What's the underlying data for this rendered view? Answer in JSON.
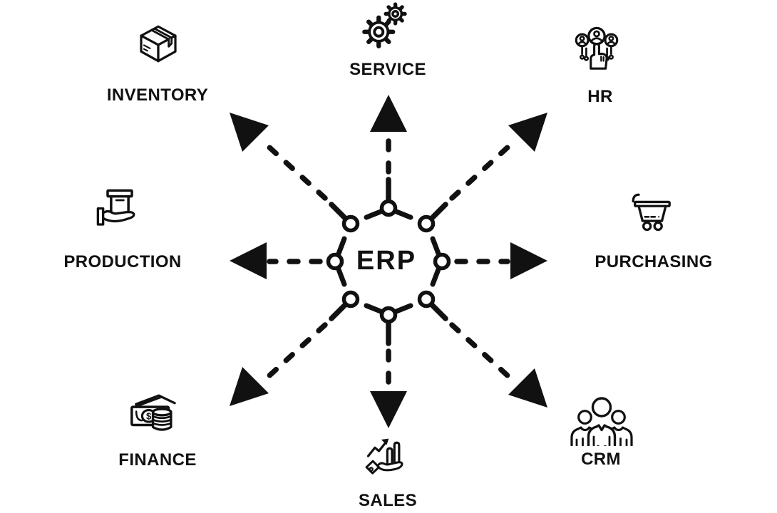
{
  "diagram": {
    "center_label": "ERP",
    "modules": [
      {
        "id": "inventory",
        "label": "INVENTORY",
        "icon": "package-icon",
        "position": "top-left"
      },
      {
        "id": "service",
        "label": "SERVICE",
        "icon": "gears-icon",
        "position": "top"
      },
      {
        "id": "hr",
        "label": "HR",
        "icon": "people-select-icon",
        "position": "top-right"
      },
      {
        "id": "production",
        "label": "PRODUCTION",
        "icon": "hand-holding-box-icon",
        "position": "left"
      },
      {
        "id": "purchasing",
        "label": "PURCHASING",
        "icon": "shopping-cart-icon",
        "position": "right"
      },
      {
        "id": "finance",
        "label": "FINANCE",
        "icon": "cash-coins-icon",
        "position": "bottom-left"
      },
      {
        "id": "sales",
        "label": "SALES",
        "icon": "hand-growth-chart-icon",
        "position": "bottom"
      },
      {
        "id": "crm",
        "label": "CRM",
        "icon": "customers-group-icon",
        "position": "bottom-right"
      }
    ],
    "glyphs": {
      "dollar": "$"
    },
    "colors": {
      "ink": "#111111",
      "background": "#ffffff"
    }
  }
}
